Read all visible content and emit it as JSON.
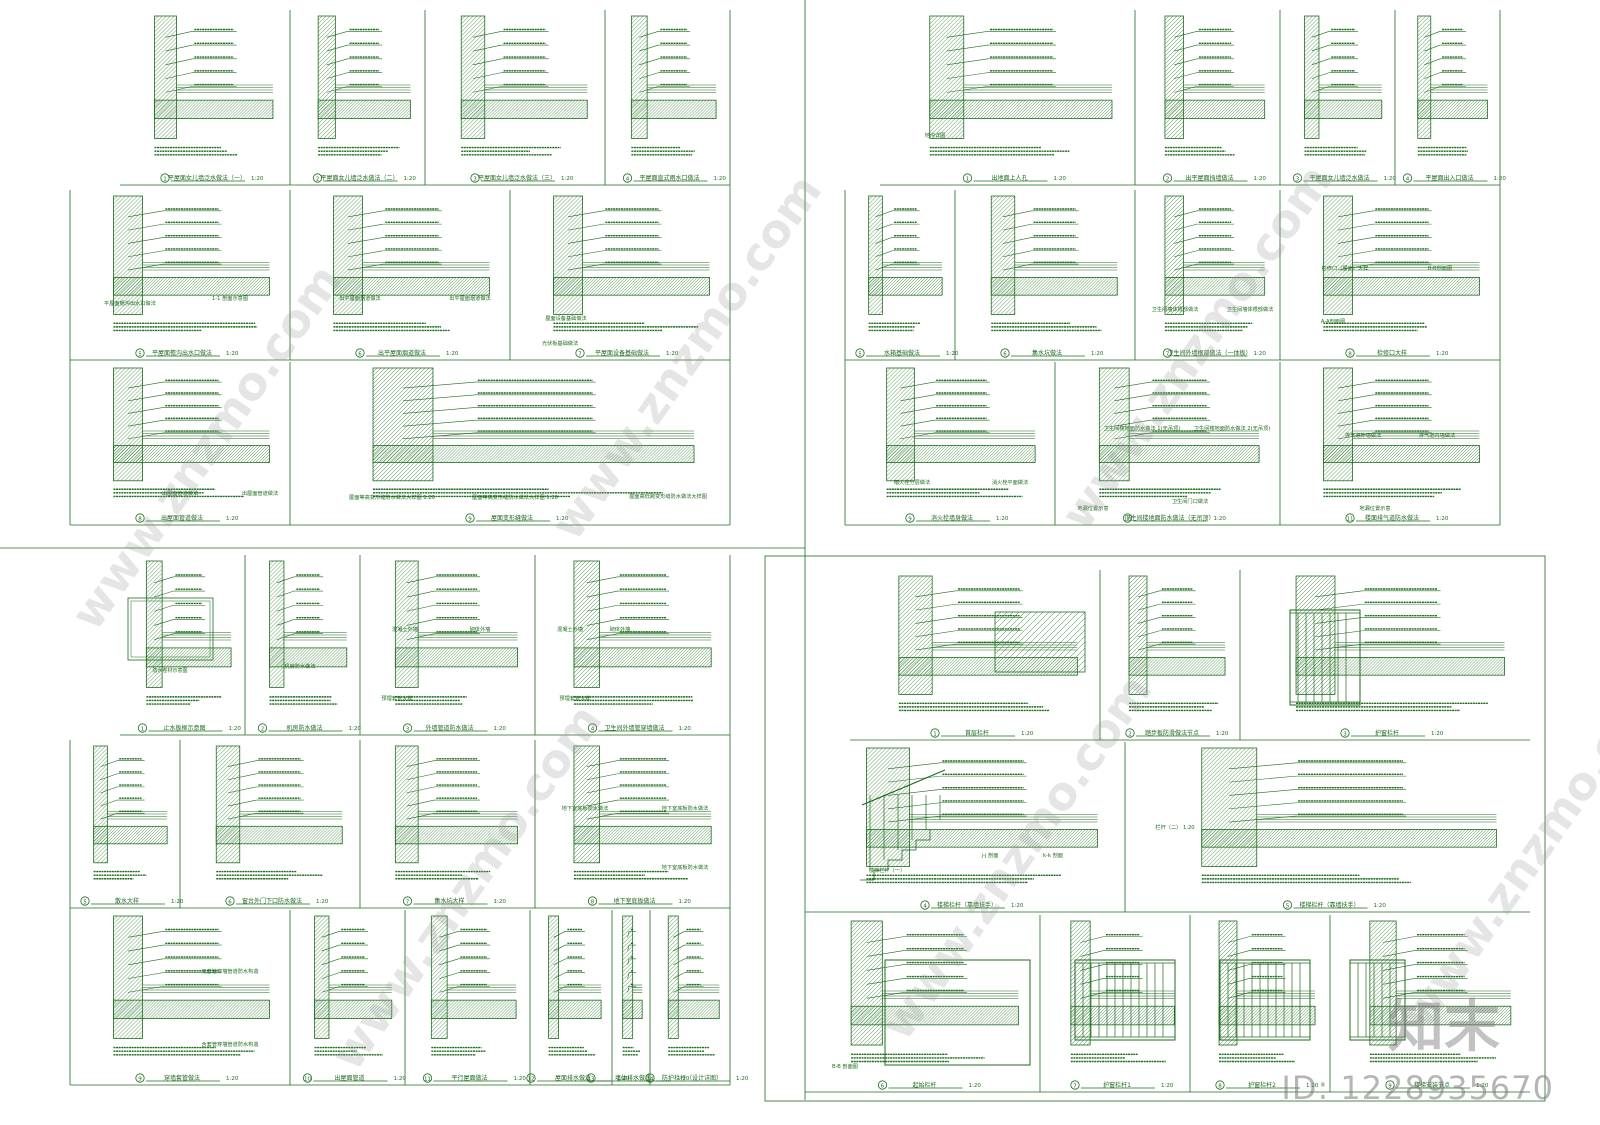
{
  "watermark": {
    "domain_text": "www.znzmo.com",
    "brand_text": "知末",
    "id_text": "ID: 1228935670",
    "color": "#9a9a9a"
  },
  "colors": {
    "line": "#1f6b1f",
    "hatch": "#2e7d2e"
  },
  "sections": {
    "top_left": {
      "row1": [
        {
          "num": "1",
          "caption": "平屋面女儿墙泛水做法（一）",
          "scale": "1:20"
        },
        {
          "num": "2",
          "caption": "平屋面女儿墙泛水做法（二）",
          "scale": "1:20"
        },
        {
          "num": "3",
          "caption": "平屋面女儿墙泛水做法（三）",
          "scale": "1:20"
        },
        {
          "num": "4",
          "caption": "平屋面直式雨水口做法",
          "scale": "1:20"
        }
      ],
      "row2": [
        {
          "num": "5",
          "caption": "平屋面檐沟出水口做法",
          "scale": "1:20"
        },
        {
          "num": "6",
          "caption": "出平屋面烟道做法",
          "scale": "1:20"
        },
        {
          "num": "7",
          "caption": "平屋面设备基础做法",
          "scale": "1:20"
        }
      ],
      "row3": [
        {
          "num": "8",
          "caption": "出屋面管道做法",
          "scale": "1:20"
        },
        {
          "num": "9",
          "caption": "屋面变形缝做法",
          "scale": "1:20"
        }
      ],
      "labels": [
        "平屋面檐沟出水口做法",
        "1-1 剖面示意图",
        "出平屋面烟道做法",
        "出平屋面烟道做法",
        "屋面设备基础做法",
        "光伏板基础做法",
        "出屋面管道做法",
        "出屋面管道做法",
        "屋面等高变形缝防水做法大样图 1:20",
        "屋面等高变形缝防水做法大样图 1:20",
        "屋面高低跨变形缝防水做法大样图"
      ]
    },
    "top_right": {
      "row1": [
        {
          "num": "1",
          "caption": "出地面上人孔",
          "scale": "1:20"
        },
        {
          "num": "2",
          "caption": "出平屋面挡墙做法",
          "scale": "1:20"
        },
        {
          "num": "3",
          "caption": "平屋面女儿墙泛水做法",
          "scale": "1:20"
        },
        {
          "num": "4",
          "caption": "平屋面出入口做法",
          "scale": "1:20"
        }
      ],
      "row2": [
        {
          "num": "5",
          "caption": "水箱基础做法",
          "scale": "1:20"
        },
        {
          "num": "6",
          "caption": "集水坑做法",
          "scale": "1:20"
        },
        {
          "num": "7",
          "caption": "卫生间外墙根部做法（一体板）",
          "scale": "1:20"
        },
        {
          "num": "8",
          "caption": "检修口大样",
          "scale": "1:20"
        }
      ],
      "row3": [
        {
          "num": "9",
          "caption": "消火栓墙身做法",
          "scale": "1:20"
        },
        {
          "num": "10",
          "caption": "卫生间楼地面防水做法（无吊顶）",
          "scale": "1:20"
        },
        {
          "num": "11",
          "caption": "楼面排气道防水做法",
          "scale": "1:20"
        }
      ],
      "labels": [
        "地沟详图",
        "卫生间墙体根部做法",
        "卫生间墙体根部做法",
        "A-A剖面图",
        "B-B剖面图",
        "检修口（屋面）大样",
        "暗火栓分层做法",
        "消火栓平面做法",
        "卫生间楼地面防水做法 1(无吊顶)",
        "卫生间楼地面防水做法 2(无吊顶)",
        "地漏位置示意",
        "卫生间门口做法",
        "排气道外墙做法",
        "排气道内墙做法",
        "地漏位置示意"
      ]
    },
    "bottom_left": {
      "row1": [
        {
          "num": "1",
          "caption": "止水板框示意图",
          "scale": "1:20"
        },
        {
          "num": "2",
          "caption": "机房防水做法",
          "scale": "1:20"
        },
        {
          "num": "3",
          "caption": "外墙管道防水做法",
          "scale": "1:20"
        },
        {
          "num": "4",
          "caption": "卫生间外墙管穿墙做法",
          "scale": "1:20"
        }
      ],
      "row2": [
        {
          "num": "5",
          "caption": "散水大样",
          "scale": "1:20"
        },
        {
          "num": "6",
          "caption": "窗台外门下口防水做法",
          "scale": "1:20"
        },
        {
          "num": "7",
          "caption": "集水坑大样",
          "scale": "1:20"
        },
        {
          "num": "8",
          "caption": "地下室底板做法",
          "scale": "1:20"
        }
      ],
      "row3": [
        {
          "num": "9",
          "caption": "穿墙套管做法",
          "scale": "1:20"
        },
        {
          "num": "10",
          "caption": "出屋面管道",
          "scale": "1:20"
        },
        {
          "num": "11",
          "caption": "平行屋面做法",
          "scale": "1:20"
        },
        {
          "num": "12",
          "caption": "屋面排水做法",
          "scale": "1:20"
        },
        {
          "num": "13",
          "caption": "墙体排水做法",
          "scale": "1:20"
        },
        {
          "num": "14",
          "caption": "防护栏杆（设计详图）",
          "scale": "1:20"
        }
      ],
      "labels": [
        "混凝土外墙",
        "砌体外墙",
        "混凝土外墙",
        "砌体外墙",
        "预埋套管大样",
        "预埋套管大样",
        "无套管穿墙管道防水构造",
        "含套管穿墙管道防水构造",
        "机房防水做法",
        "地下室底板防水做法",
        "地下室底板防水做法",
        "地下室底板防水做法"
      ],
      "legend_title": "防水卷材示意图"
    },
    "bottom_right": {
      "row1": [
        {
          "num": "1",
          "caption": "首层栏杆",
          "scale": "1:20"
        },
        {
          "num": "2",
          "caption": "踏步板防滑做法节点",
          "scale": "1:20"
        },
        {
          "num": "3",
          "caption": "护窗栏杆",
          "scale": "1:20"
        }
      ],
      "row2": [
        {
          "num": "4",
          "caption": "楼梯栏杆（靠墙扶手）",
          "scale": "1:20"
        },
        {
          "num": "5",
          "caption": "楼梯栏杆（靠墙扶手）",
          "scale": "1:20"
        }
      ],
      "row3": [
        {
          "num": "6",
          "caption": "起始栏杆",
          "scale": "1:20"
        },
        {
          "num": "7",
          "caption": "护窗栏杆1",
          "scale": "1:20"
        },
        {
          "num": "8",
          "caption": "护窗栏杆2",
          "scale": "1:20"
        },
        {
          "num": "9",
          "caption": "楼梯安装节点",
          "scale": "1:20"
        }
      ],
      "labels": [
        "楼梯栏杆（一）",
        "j-j 剖面",
        "k-k 剖面",
        "栏杆（二） 1:20",
        "B-B 剖面图"
      ]
    }
  }
}
